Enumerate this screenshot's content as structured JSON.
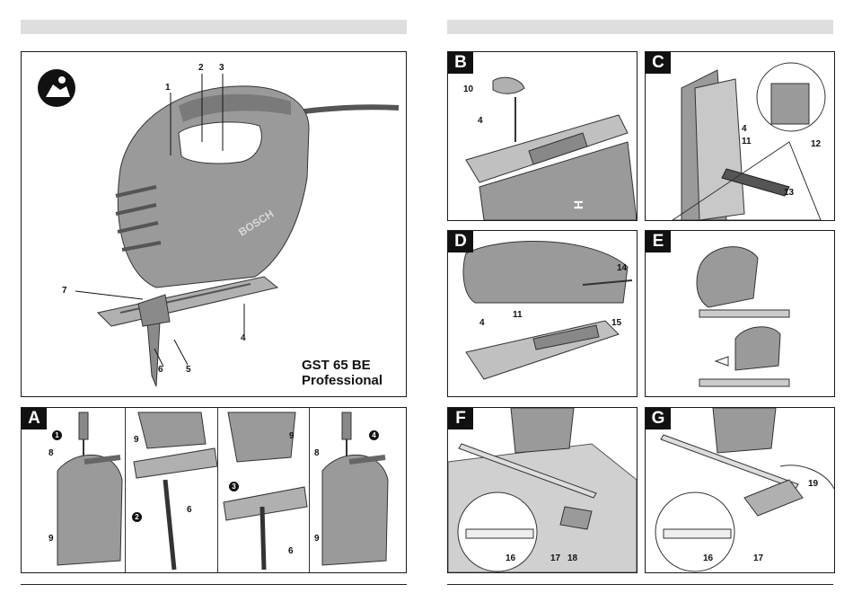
{
  "model": {
    "line1": "GST 65 BE",
    "line2": "Professional"
  },
  "panels": {
    "B": "B",
    "C": "C",
    "D": "D",
    "E": "E",
    "F": "F",
    "G": "G",
    "A": "A"
  },
  "main_numbers": {
    "n1": "1",
    "n2": "2",
    "n3": "3",
    "n4": "4",
    "n5": "5",
    "n6": "6",
    "n7": "7"
  },
  "A_numbers": {
    "s1_8": "8",
    "s1_9": "9",
    "s2_9": "9",
    "s2_6": "6",
    "s3_9": "9",
    "s3_6": "6",
    "s4_8": "8",
    "s4_9": "9"
  },
  "A_steps": {
    "step1": "1",
    "step2": "2",
    "step3": "3",
    "step4": "4"
  },
  "B_numbers": {
    "n10": "10",
    "n4": "4"
  },
  "C_numbers": {
    "n4": "4",
    "n11": "11",
    "n12": "12",
    "n13": "13"
  },
  "D_numbers": {
    "n14": "14",
    "n4": "4",
    "n11": "11",
    "n15": "15"
  },
  "F_numbers": {
    "n16": "16",
    "n17": "17",
    "n18": "18"
  },
  "G_numbers": {
    "n19": "19",
    "n16": "16",
    "n17": "17"
  },
  "icons": {
    "manual": "read-manual-icon"
  },
  "colors": {
    "frame": "#1a1a1a",
    "bar": "#dedede",
    "tool": "#9a9a9a",
    "tool_dark": "#6e6e6e"
  }
}
